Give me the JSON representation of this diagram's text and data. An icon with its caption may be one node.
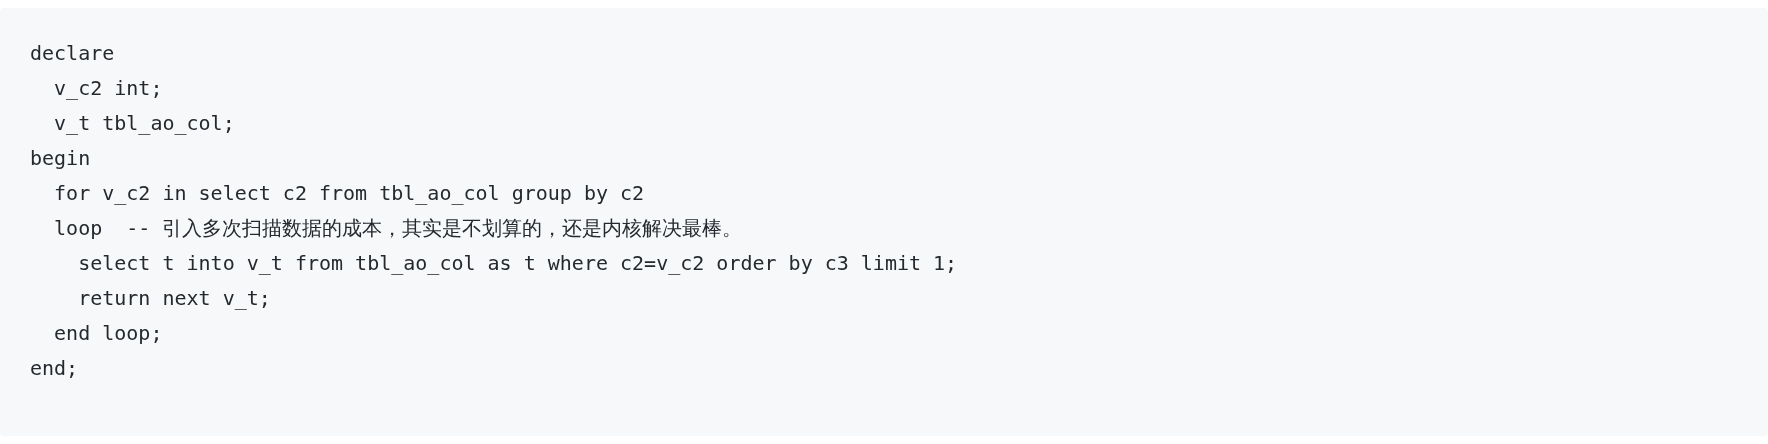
{
  "diagram": {
    "labels": [
      "declare",
      "  v_c2 int;",
      "  v_t tbl_ao_col;",
      "begin",
      "  for v_c2 in select c2 from tbl_ao_col group by c2",
      "  loop  -- 引入多次扫描数据的成本，其实是不划算的，还是内核解决最棒。",
      "    select t into v_t from tbl_ao_col as t where c2=v_c2 order by c3 limit 1;",
      "    return next v_t;",
      "  end loop;",
      "end;"
    ]
  }
}
